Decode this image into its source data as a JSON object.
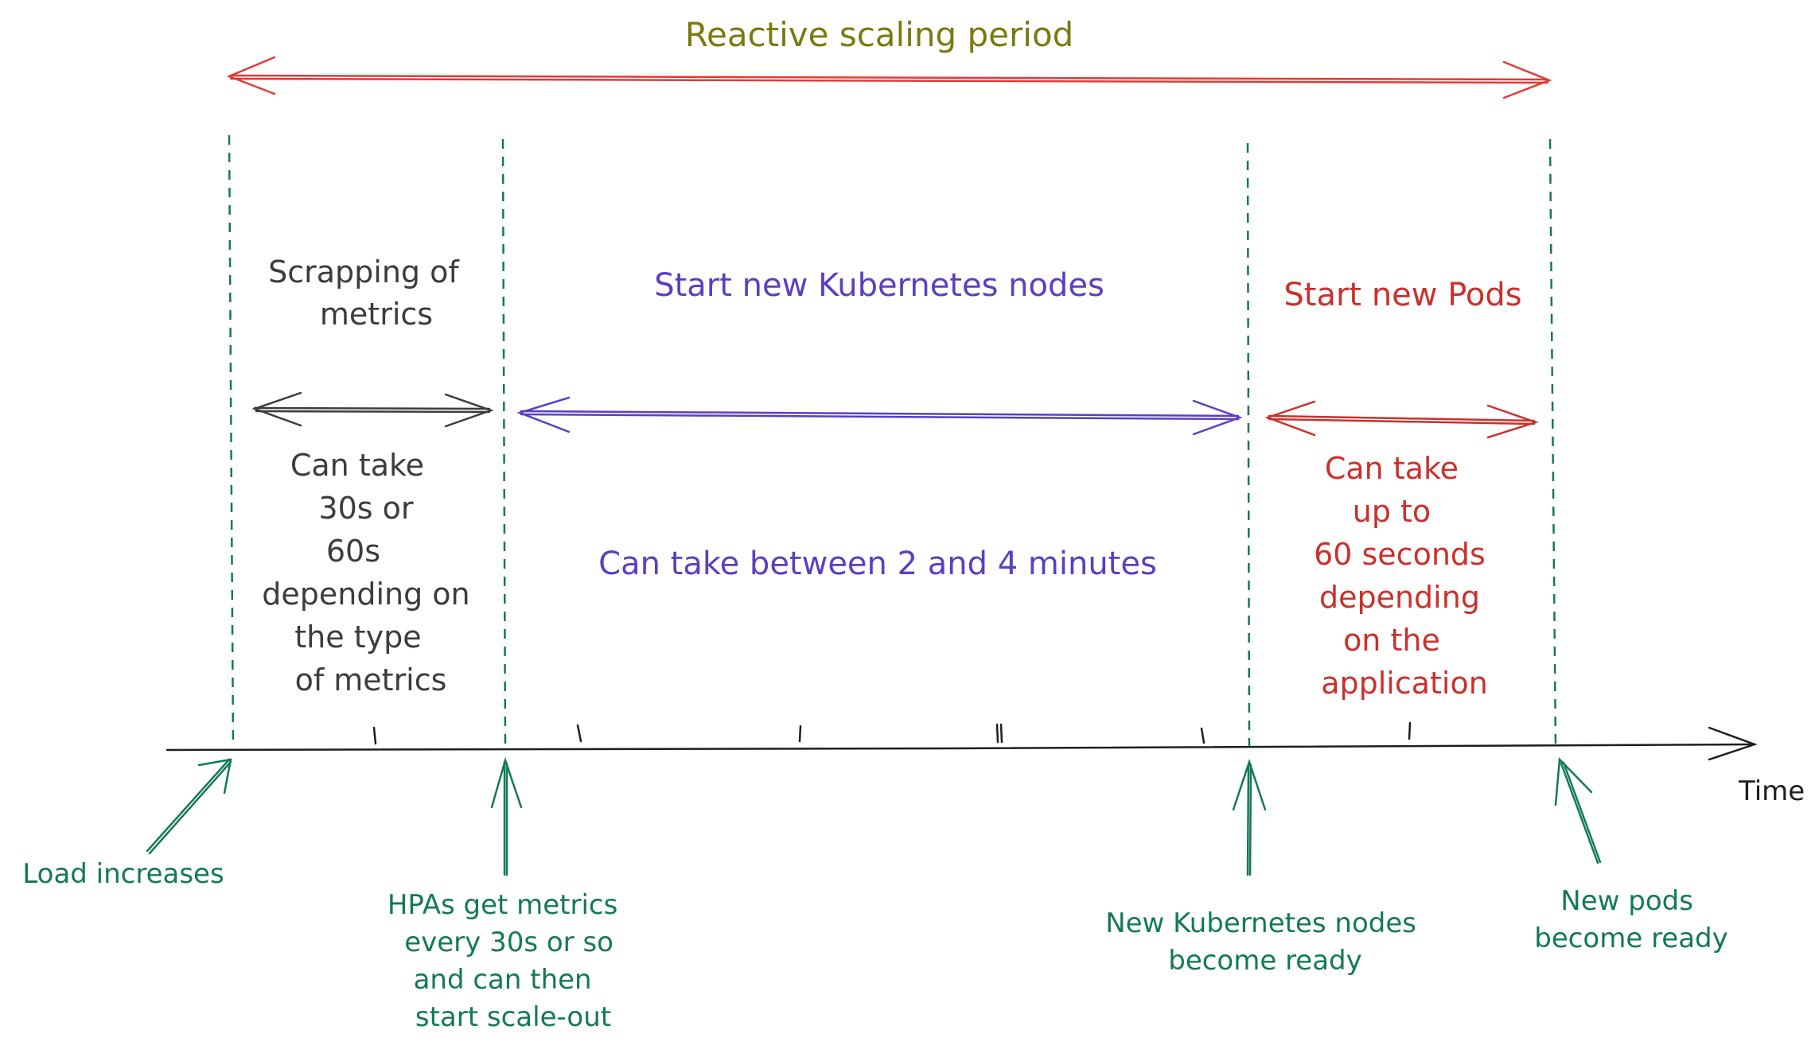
{
  "title": "Reactive scaling period",
  "axis_label": "Time",
  "phases": [
    {
      "heading": [
        "Scrapping of",
        "metrics"
      ],
      "detail": [
        "Can take",
        "30s or",
        "60s",
        "depending on",
        "the type",
        "of metrics"
      ]
    },
    {
      "heading": [
        "Start new Kubernetes nodes"
      ],
      "detail": [
        "Can take between 2 and 4 minutes"
      ]
    },
    {
      "heading": [
        "Start new Pods"
      ],
      "detail": [
        "Can take",
        "up to",
        "60 seconds",
        "depending",
        "on the",
        "application"
      ]
    }
  ],
  "events": [
    {
      "lines": [
        "Load increases"
      ]
    },
    {
      "lines": [
        "HPAs get metrics",
        "every 30s or so",
        "and can then",
        "start scale-out"
      ]
    },
    {
      "lines": [
        "New Kubernetes nodes",
        "become ready"
      ]
    },
    {
      "lines": [
        "New pods",
        "become ready"
      ]
    }
  ],
  "colors": {
    "title": "#7a7a12",
    "reactive_arrow": "#e23a37",
    "metrics": "#3c3c3c",
    "nodes": "#5a3fc0",
    "pods": "#c9312c",
    "events": "#137a52",
    "axis": "#1e1e1e"
  }
}
